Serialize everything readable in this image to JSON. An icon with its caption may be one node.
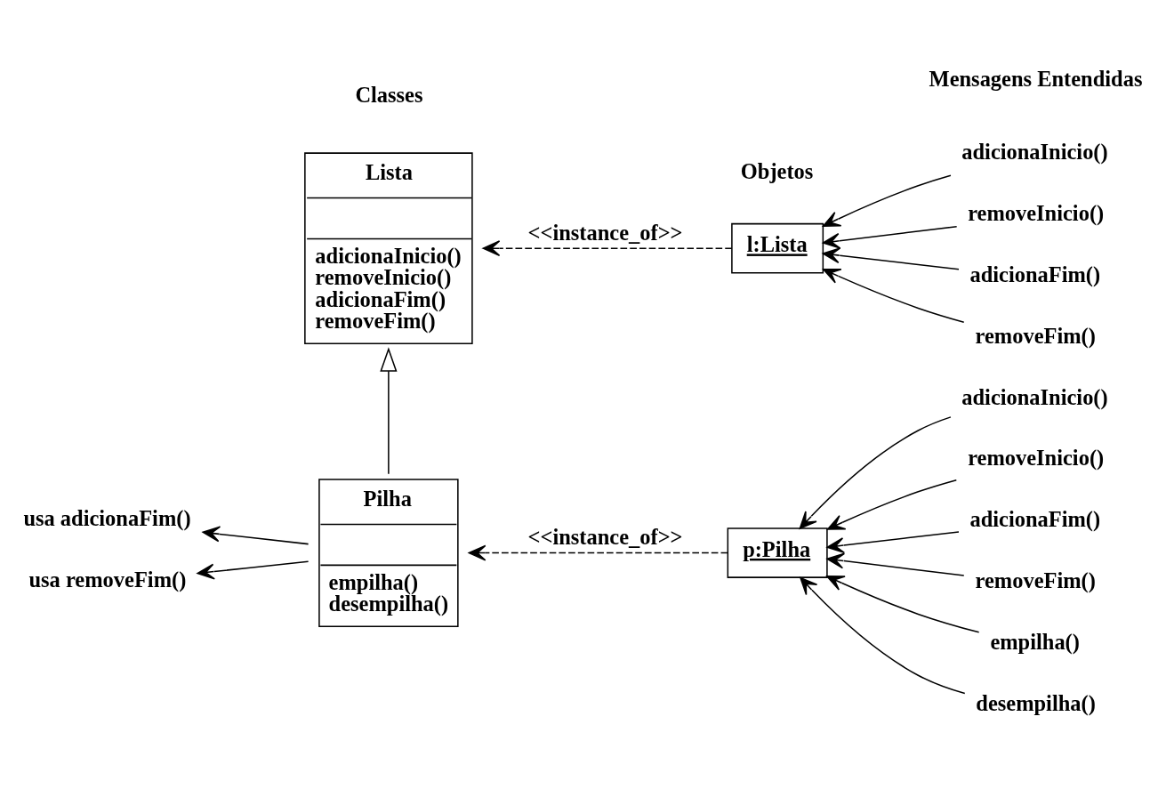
{
  "diagram": {
    "nodes": [
      {
        "text": [
          "Lista",
          "adicionaInicio()",
          "removeInicio()",
          "adicionaFim()",
          "removeFim()"
        ]
      },
      {
        "text": [
          "l:Lista"
        ]
      },
      {
        "text": [
          "adicionaInicio()"
        ]
      },
      {
        "text": [
          "removeInicio()"
        ]
      },
      {
        "text": [
          "adicionaFim()"
        ]
      },
      {
        "text": [
          "removeFim()"
        ]
      },
      {
        "text": [
          "Pilha",
          "empilha()",
          "desempilha()"
        ]
      },
      {
        "text": [
          "p:Pilha"
        ]
      },
      {
        "text": [
          "adicionaInicio()"
        ]
      },
      {
        "text": [
          "removeInicio()"
        ]
      },
      {
        "text": [
          "adicionaFim()"
        ]
      },
      {
        "text": [
          "removeFim()"
        ]
      },
      {
        "text": [
          "empilha()"
        ]
      },
      {
        "text": [
          "desempilha()"
        ]
      },
      {
        "text": [
          "usa adicionaFim()"
        ]
      },
      {
        "text": [
          "usa removeFim()"
        ]
      }
    ],
    "edges": [
      {
        "from": 1,
        "to": 0,
        "arrow": "to",
        "style": "dashed",
        "label": "<<instance_of>>"
      },
      {
        "from": 2,
        "to": 1,
        "arrow": "to"
      },
      {
        "from": 3,
        "to": 1,
        "arrow": "to"
      },
      {
        "from": 4,
        "to": 1,
        "arrow": "to"
      },
      {
        "from": 5,
        "to": 1,
        "arrow": "to"
      },
      {
        "from": 6,
        "to": 0,
        "arrow": "to"
      },
      {
        "from": 7,
        "to": 6,
        "arrow": "to",
        "style": "dashed",
        "label": "<<instance_of>>"
      },
      {
        "from": 8,
        "to": 7,
        "arrow": "to"
      },
      {
        "from": 9,
        "to": 7,
        "arrow": "to"
      },
      {
        "from": 10,
        "to": 7,
        "arrow": "to"
      },
      {
        "from": 11,
        "to": 7,
        "arrow": "to"
      },
      {
        "from": 12,
        "to": 7,
        "arrow": "to"
      },
      {
        "from": 13,
        "to": 7,
        "arrow": "to"
      },
      {
        "from": 6,
        "to": 14,
        "arrow": "to"
      },
      {
        "from": 6,
        "to": 15,
        "arrow": "to"
      }
    ],
    "labels": [
      "Classes",
      "Objetos",
      "Mensagens Entendidas"
    ]
  }
}
